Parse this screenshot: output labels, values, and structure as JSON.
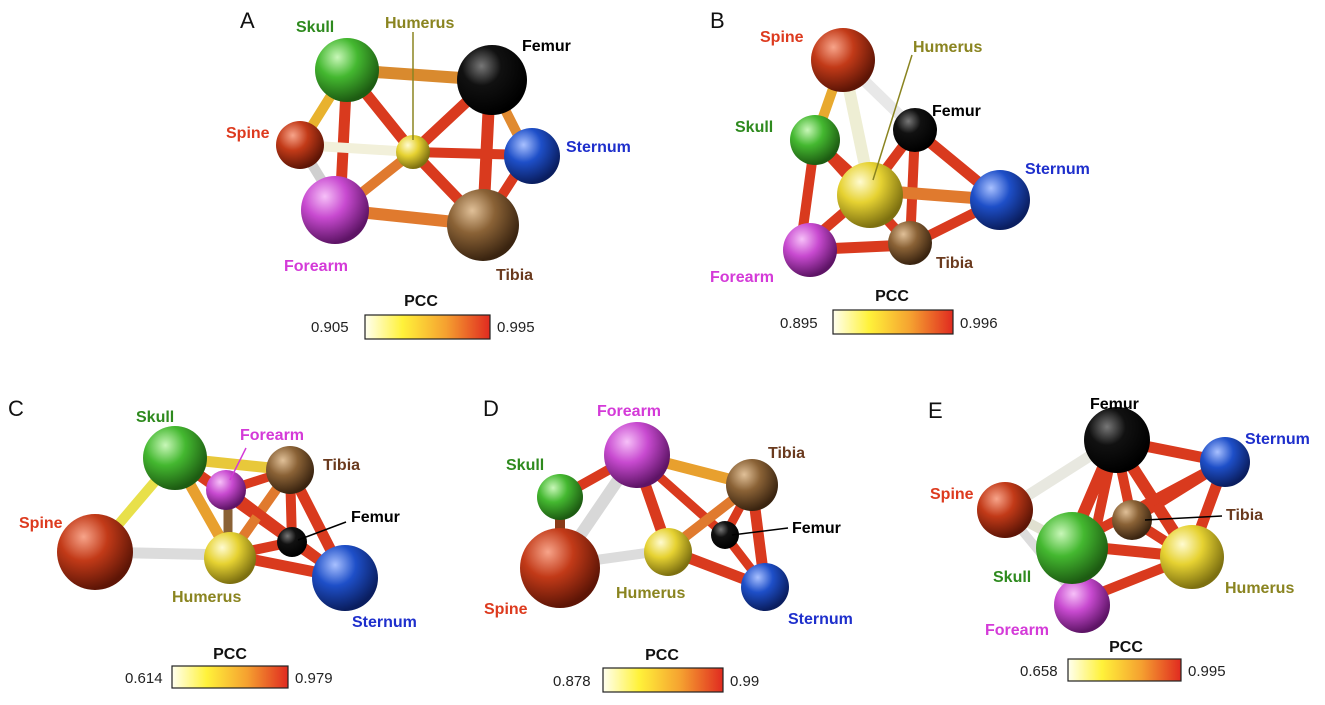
{
  "colors": {
    "skull": "#44b830",
    "humerus": "#e6d232",
    "femur": "#111111",
    "spine": "#c23a18",
    "sternum": "#1e4fc8",
    "forearm": "#c84ad0",
    "tibia": "#8a6236",
    "skull_text": "#2e8a1e",
    "humerus_text": "#8a8420",
    "femur_text": "#000000",
    "spine_text": "#dd3a1e",
    "sternum_text": "#1e2fcc",
    "forearm_text": "#d43ad8",
    "tibia_text": "#6a3a1e"
  },
  "panels": [
    {
      "letter": "A",
      "labels": {
        "skull": "Skull",
        "humerus": "Humerus",
        "femur": "Femur",
        "spine": "Spine",
        "sternum": "Sternum",
        "forearm": "Forearm",
        "tibia": "Tibia"
      },
      "colorbar": {
        "title": "PCC",
        "min": "0.905",
        "max": "0.995"
      }
    },
    {
      "letter": "B",
      "labels": {
        "spine": "Spine",
        "humerus": "Humerus",
        "femur": "Femur",
        "skull": "Skull",
        "sternum": "Sternum",
        "forearm": "Forearm",
        "tibia": "Tibia"
      },
      "colorbar": {
        "title": "PCC",
        "min": "0.895",
        "max": "0.996"
      }
    },
    {
      "letter": "C",
      "labels": {
        "skull": "Skull",
        "forearm": "Forearm",
        "tibia": "Tibia",
        "spine": "Spine",
        "femur": "Femur",
        "humerus": "Humerus",
        "sternum": "Sternum"
      },
      "colorbar": {
        "title": "PCC",
        "min": "0.614",
        "max": "0.979"
      }
    },
    {
      "letter": "D",
      "labels": {
        "forearm": "Forearm",
        "skull": "Skull",
        "tibia": "Tibia",
        "femur": "Femur",
        "spine": "Spine",
        "humerus": "Humerus",
        "sternum": "Sternum"
      },
      "colorbar": {
        "title": "PCC",
        "min": "0.878",
        "max": "0.99"
      }
    },
    {
      "letter": "E",
      "labels": {
        "femur": "Femur",
        "sternum": "Sternum",
        "spine": "Spine",
        "tibia": "Tibia",
        "skull": "Skull",
        "humerus": "Humerus",
        "forearm": "Forearm"
      },
      "colorbar": {
        "title": "PCC",
        "min": "0.658",
        "max": "0.995"
      }
    }
  ]
}
